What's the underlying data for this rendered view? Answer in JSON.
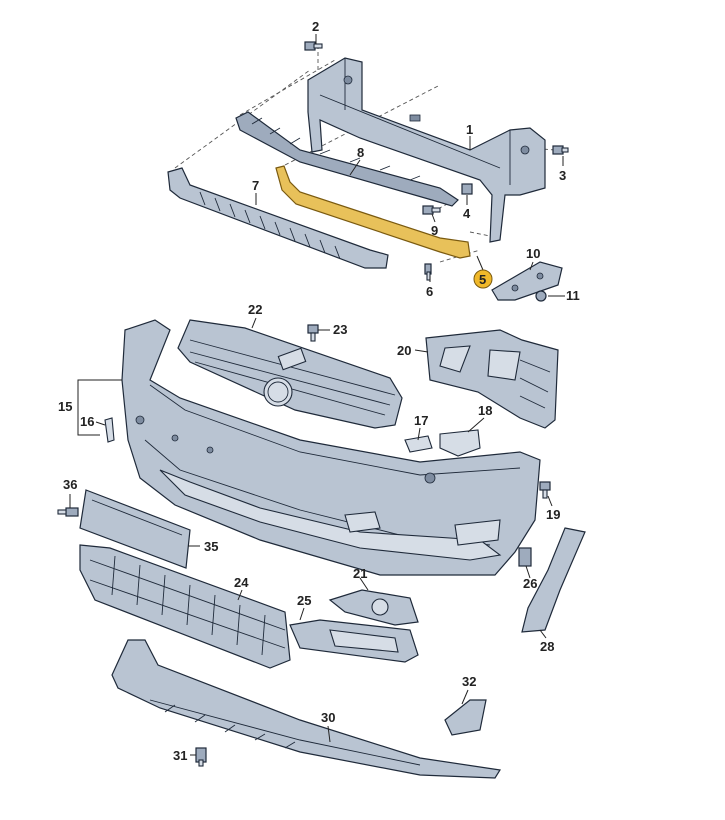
{
  "diagram": {
    "callouts": {
      "c1": "1",
      "c2": "2",
      "c3": "3",
      "c4": "4",
      "c5": "5",
      "c6": "6",
      "c7": "7",
      "c8": "8",
      "c9": "9",
      "c10": "10",
      "c11": "11",
      "c15": "15",
      "c16": "16",
      "c17": "17",
      "c18": "18",
      "c19": "19",
      "c20": "20",
      "c21": "21",
      "c22": "22",
      "c23": "23",
      "c24": "24",
      "c25": "25",
      "c26": "26",
      "c28": "28",
      "c30": "30",
      "c31": "31",
      "c32": "32",
      "c35": "35",
      "c36": "36"
    },
    "colors": {
      "part_fill": "#b9c4d2",
      "outline": "#1f2a3a",
      "highlight_part": "#e8c15a",
      "highlight_badge": "#f0b82a"
    }
  }
}
